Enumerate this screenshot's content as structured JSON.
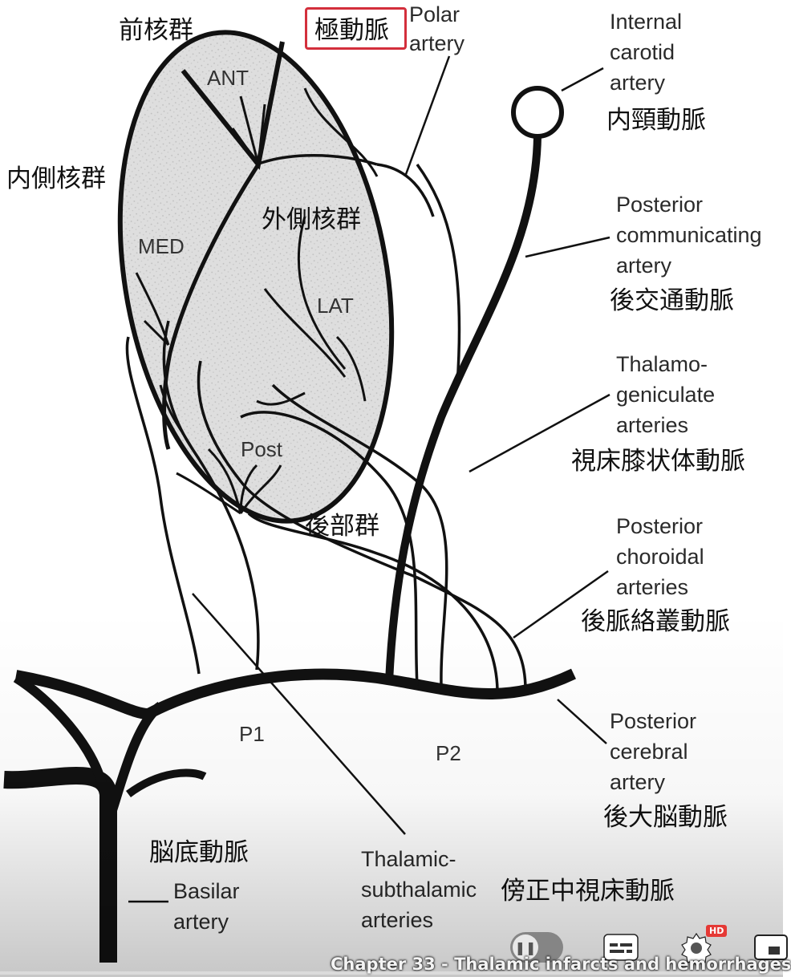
{
  "labels": {
    "polar_en": "Polar\nartery",
    "polar_jp": "極動脈",
    "ica_en": "Internal\ncarotid\nartery",
    "ica_jp": "内頸動脈",
    "pcom_en": "Posterior\ncommunicating\nartery",
    "pcom_jp": "後交通動脈",
    "thalgen_en": "Thalamo-\ngeniculate\narteries",
    "thalgen_jp": "視床膝状体動脈",
    "pchor_en": "Posterior\nchoroidal\narteries",
    "pchor_jp": "後脈絡叢動脈",
    "pca_en": "Posterior\ncerebral\nartery",
    "pca_jp": "後大脳動脈",
    "thalsub_en": "Thalamic-\nsubthalamic\narteries",
    "thalsub_jp": "傍正中視床動脈",
    "basilar_en": "Basilar\nartery",
    "basilar_jp": "脳底動脈",
    "anterior_group_jp": "前核群",
    "medial_group_jp": "内側核群",
    "lateral_group_jp": "外側核群",
    "posterior_group_jp": "後部群",
    "ant": "ANT",
    "med": "MED",
    "lat": "LAT",
    "post": "Post",
    "p1": "P1",
    "p2": "P2"
  },
  "player": {
    "chapter_title": "Chapter 33 - Thalamic infarcts and hemorrhages",
    "hd_badge": "HD",
    "icons": [
      "pause-icon",
      "captions-icon",
      "settings-icon",
      "miniplayer-icon"
    ]
  },
  "colors": {
    "highlight_box": "#d32f3c",
    "ink": "#111111",
    "thalamus_fill": "#dcdcdc"
  }
}
